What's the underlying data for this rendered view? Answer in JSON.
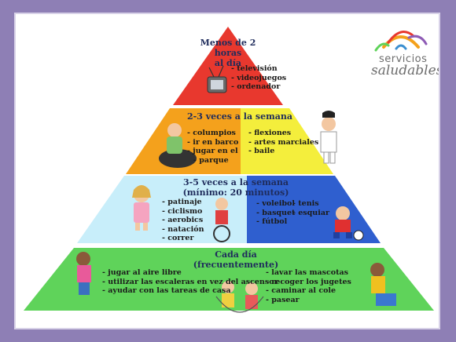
{
  "logo": {
    "line1": "servicios",
    "line2": "saludables"
  },
  "tiers": {
    "top": {
      "title_line1": "Menos de 2 horas",
      "title_line2": "al día",
      "items": [
        "televisión",
        "videojuegos",
        "ordenador"
      ]
    },
    "second": {
      "title": "2-3 veces a la semana",
      "left_items": [
        "columpios",
        "ir en barco",
        "jugar en el",
        "parque"
      ],
      "right_items": [
        "flexiones",
        "artes marciales",
        "baile"
      ]
    },
    "third": {
      "title_line1": "3-5 veces a la semana",
      "title_line2": "(mínimo: 20 minutos)",
      "left_items": [
        "patinaje",
        "ciclismo",
        "aerobics",
        "natación",
        "correr"
      ],
      "right_items_a": [
        "voleibol",
        "basquet",
        "fútbol"
      ],
      "right_items_b": [
        "tenis",
        "esquiar"
      ]
    },
    "bottom": {
      "title_line1": "Cada día",
      "title_line2": "(frecuentemente)",
      "left_items": [
        "jugar al aire libre",
        "utilizar las escaleras en vez del ascensor",
        "ayudar con las tareas de casa"
      ],
      "right_items": [
        "lavar las mascotas",
        "recoger los jugetes",
        "caminar al cole",
        "pasear"
      ]
    }
  },
  "colors": {
    "top": "#e8382e",
    "second_left": "#f4a11c",
    "second_right": "#f4ee3c",
    "third_left": "#c8eefa",
    "third_right": "#2f5fcf",
    "bottom": "#5fd35a",
    "frame": "#8e7fb5"
  }
}
